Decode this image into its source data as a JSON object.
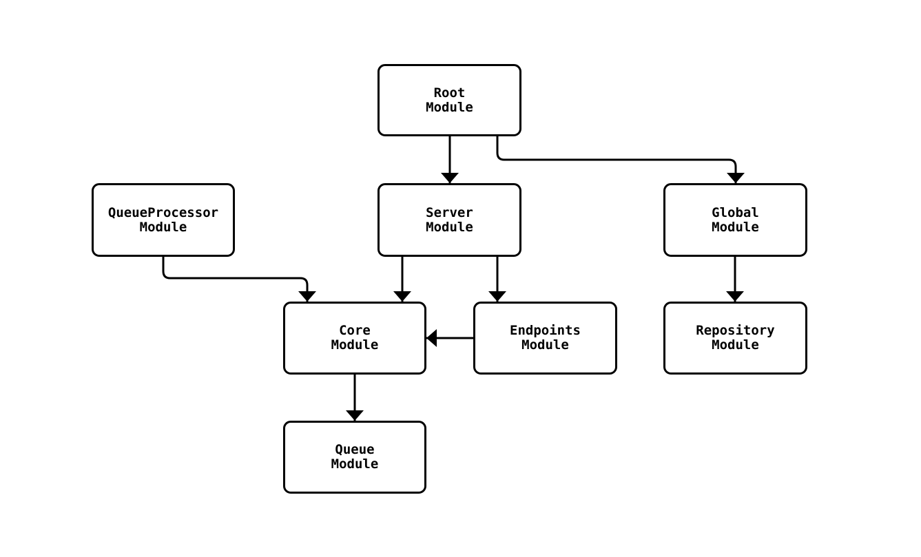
{
  "diagram": {
    "type": "flowchart",
    "direction": "top-down",
    "colors": {
      "background": "#ffffff",
      "node_fill": "#ffffff",
      "node_border": "#000000",
      "edge": "#000000",
      "text": "#000000"
    },
    "nodes": [
      {
        "id": "root",
        "label": "Root\nModule"
      },
      {
        "id": "queueprocessor",
        "label": "QueueProcessor\nModule"
      },
      {
        "id": "server",
        "label": "Server\nModule"
      },
      {
        "id": "global",
        "label": "Global\nModule"
      },
      {
        "id": "core",
        "label": "Core\nModule"
      },
      {
        "id": "endpoints",
        "label": "Endpoints\nModule"
      },
      {
        "id": "repository",
        "label": "Repository\nModule"
      },
      {
        "id": "queue",
        "label": "Queue\nModule"
      }
    ],
    "edges": [
      {
        "from": "root",
        "to": "server"
      },
      {
        "from": "root",
        "to": "global"
      },
      {
        "from": "queueprocessor",
        "to": "core"
      },
      {
        "from": "server",
        "to": "core"
      },
      {
        "from": "server",
        "to": "endpoints"
      },
      {
        "from": "endpoints",
        "to": "core"
      },
      {
        "from": "core",
        "to": "queue"
      },
      {
        "from": "global",
        "to": "repository"
      }
    ]
  }
}
